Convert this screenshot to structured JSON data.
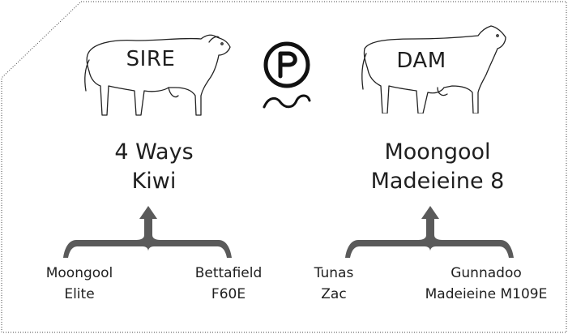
{
  "colors": {
    "brace": "#5a5a5a",
    "line": "#222222",
    "frame": "#444444"
  },
  "icons": {
    "brand": "p-brand-icon",
    "sire_animal": "bull-outline-icon",
    "dam_animal": "cow-outline-icon"
  },
  "sire": {
    "label": "SIRE",
    "name_line1": "4 Ways",
    "name_line2": "Kiwi",
    "grandparents": [
      {
        "line1": "Moongool",
        "line2": "Elite"
      },
      {
        "line1": "Bettafield",
        "line2": "F60E"
      }
    ]
  },
  "dam": {
    "label": "DAM",
    "name_line1": "Moongool",
    "name_line2": "Madeieine 8",
    "grandparents": [
      {
        "line1": "Tunas",
        "line2": "Zac"
      },
      {
        "line1": "Gunnadoo",
        "line2": "Madeieine M109E"
      }
    ]
  }
}
